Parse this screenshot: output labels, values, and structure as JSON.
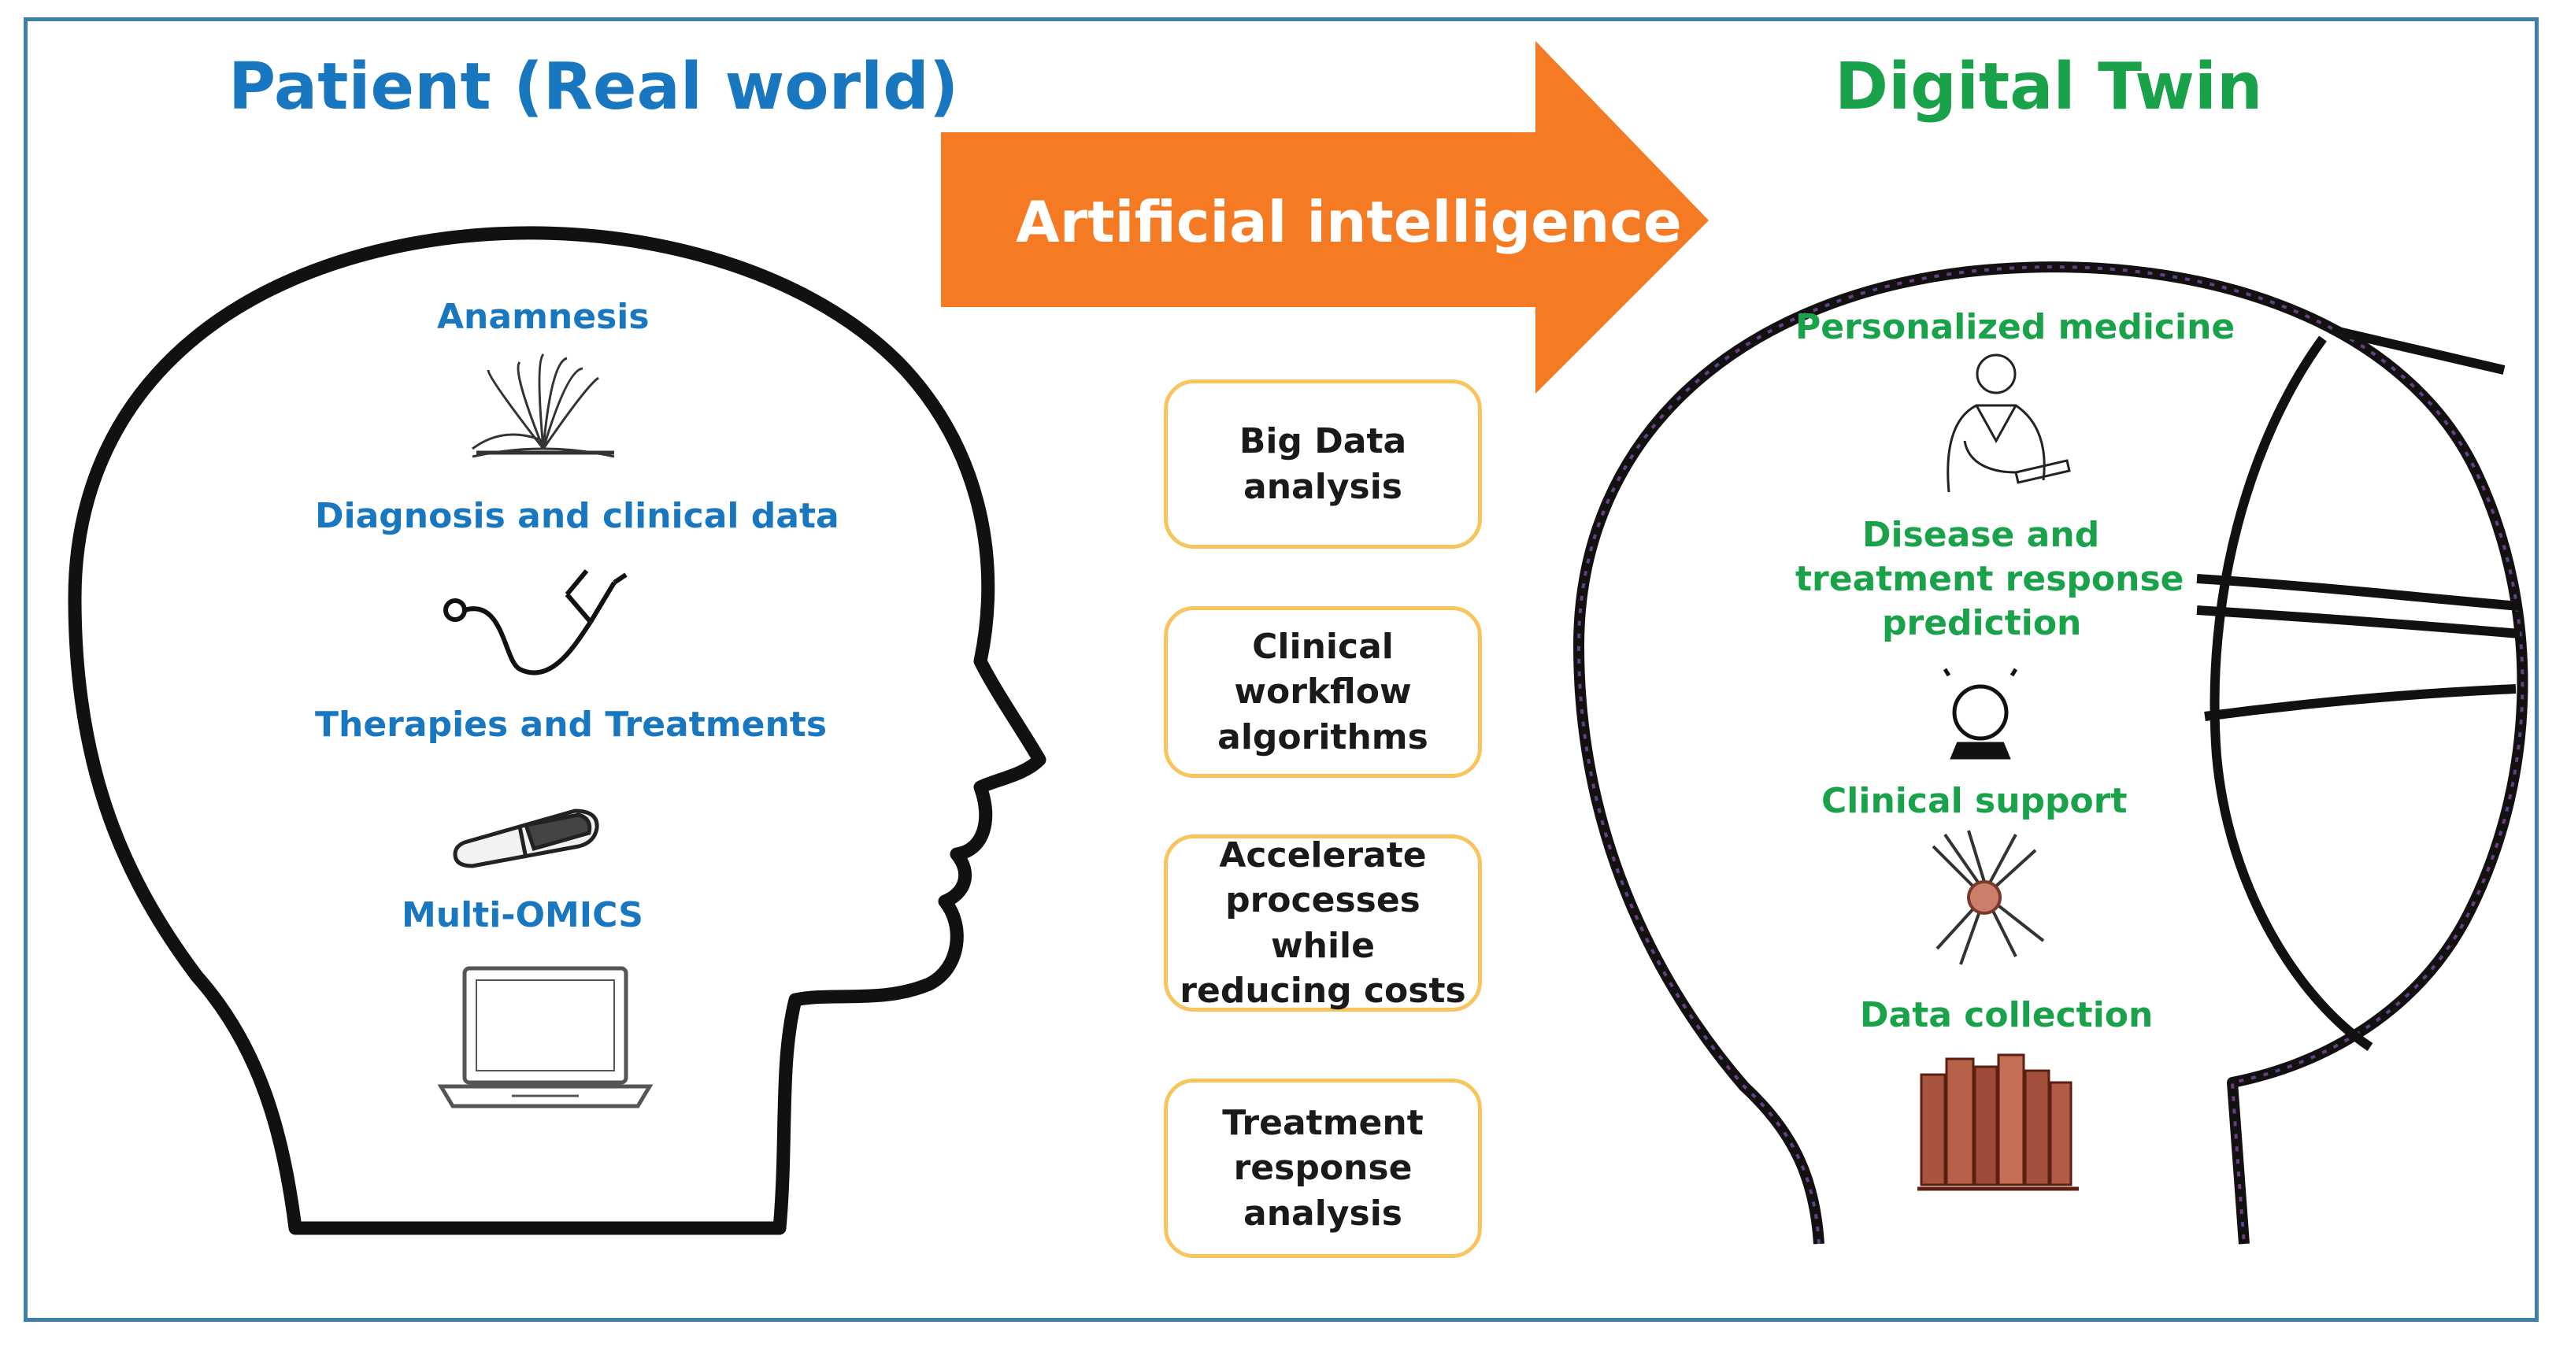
{
  "left_title": "Patient (Real world)",
  "right_title": "Digital Twin",
  "arrow_label": "Artificial intelligence",
  "left_items": {
    "anamnesis": "Anamnesis",
    "diagnosis": "Diagnosis and clinical data",
    "therapies": "Therapies and Treatments",
    "omics": "Multi-OMICS"
  },
  "right_items": {
    "personalized": "Personalized medicine",
    "disease_1": "Disease and",
    "disease_2": "treatment response",
    "disease_3": "prediction",
    "clinical_support": "Clinical support",
    "data_collection": "Data collection"
  },
  "boxes": {
    "big_data": "Big Data\nanalysis",
    "workflow": "Clinical\nworkflow\nalgorithms",
    "accelerate": "Accelerate\nprocesses while\nreducing costs",
    "treatment": "Treatment\nresponse\nanalysis"
  },
  "colors": {
    "left_text": "#1877be",
    "right_text": "#1aa24a",
    "arrow": "#f47a24",
    "box_border": "#f7c55c",
    "frame": "#3c7fa8"
  }
}
